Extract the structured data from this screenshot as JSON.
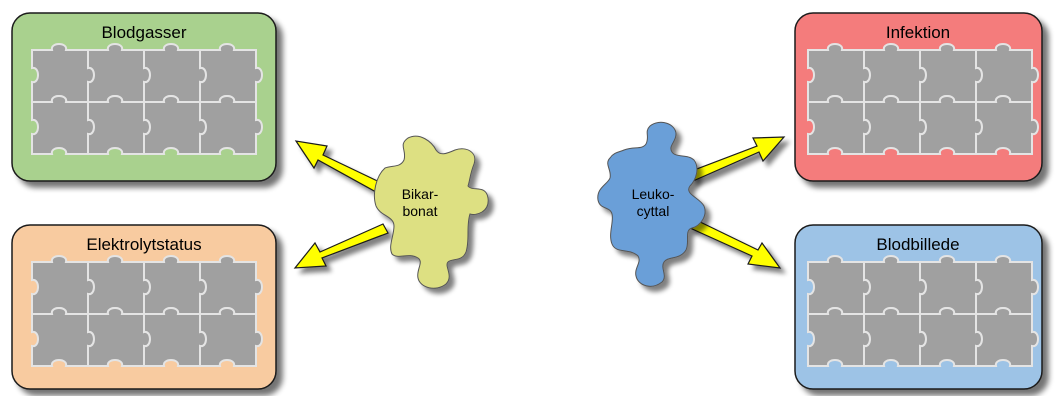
{
  "boxes": {
    "blodgasser": {
      "title": "Blodgasser",
      "fill": "#a9d18e",
      "stroke": "#1a1a1a"
    },
    "elektrolytstatus": {
      "title": "Elektrolytstatus",
      "fill": "#f8cba0",
      "stroke": "#1a1a1a"
    },
    "infektion": {
      "title": "Infektion",
      "fill": "#f47c7c",
      "stroke": "#1a1a1a"
    },
    "blodbillede": {
      "title": "Blodbillede",
      "fill": "#9dc3e6",
      "stroke": "#1a1a1a"
    }
  },
  "pieces": {
    "bikarbonat": {
      "line1": "Bikar-",
      "line2": "bonat",
      "fill": "#dde082"
    },
    "leukocyttal": {
      "line1": "Leuko-",
      "line2": "cyttal",
      "fill": "#6a9fd8"
    }
  },
  "colors": {
    "puzzle_grid": "#a0a0a0",
    "puzzle_line": "#e4e4e4",
    "arrow_fill": "#ffff00",
    "arrow_stroke": "#1a1a1a",
    "shadow": "#000000"
  }
}
